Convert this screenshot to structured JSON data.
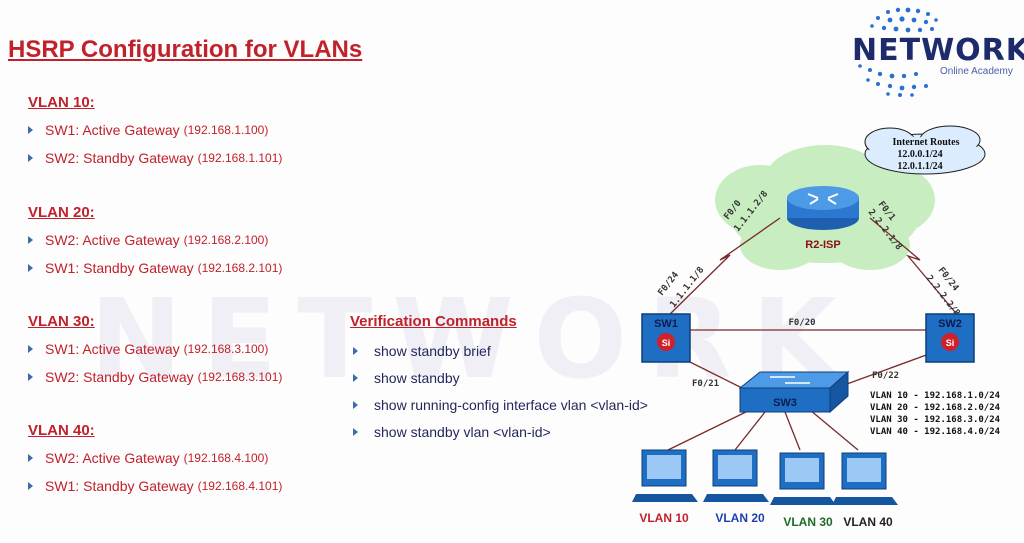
{
  "title": "HSRP Configuration for VLANs",
  "vlans": [
    {
      "heading": "VLAN 10:",
      "items": [
        {
          "text": "SW1: Active Gateway",
          "ip": "(192.168.1.100)"
        },
        {
          "text": "SW2: Standby Gateway",
          "ip": "(192.168.1.101)"
        }
      ]
    },
    {
      "heading": "VLAN 20:",
      "items": [
        {
          "text": "SW2: Active Gateway",
          "ip": "(192.168.2.100)"
        },
        {
          "text": "SW1: Standby Gateway",
          "ip": "(192.168.2.101)"
        }
      ]
    },
    {
      "heading": "VLAN 30:",
      "items": [
        {
          "text": "SW1: Active Gateway",
          "ip": "(192.168.3.100)"
        },
        {
          "text": "SW2: Standby Gateway",
          "ip": "(192.168.3.101)"
        }
      ]
    },
    {
      "heading": "VLAN 40:",
      "items": [
        {
          "text": "SW2: Active Gateway",
          "ip": "(192.168.4.100)"
        },
        {
          "text": "SW1: Standby Gateway",
          "ip": "(192.168.4.101)"
        }
      ]
    }
  ],
  "verification": {
    "title": "Verification Commands",
    "commands": [
      "show standby brief",
      "show standby",
      "show running-config interface vlan <vlan-id>",
      "show standby vlan <vlan-id>"
    ]
  },
  "logo": {
    "word": "NETWORK",
    "sub": "Online Academy",
    "watermark": "NETWORK"
  },
  "topology": {
    "cloud": {
      "title": "Internet Routes",
      "routes": [
        "12.0.0.1/24",
        "12.0.1.1/24"
      ]
    },
    "router": {
      "label": "R2-ISP",
      "left_if": "F0/0",
      "left_ip": "1.1.1.2/8",
      "right_if": "F0/1",
      "right_ip": "2.2.2.1/8"
    },
    "sw1": {
      "label": "SW1",
      "badge": "Si",
      "up_if": "F0/24",
      "up_ip": "1.1.1.1/8",
      "down_if": "F0/21"
    },
    "sw2": {
      "label": "SW2",
      "badge": "Si",
      "up_if": "F0/24",
      "up_ip": "2.2.2.2/8",
      "down_if": "F0/22"
    },
    "sw3": {
      "label": "SW3"
    },
    "trunk_label": "F0/20",
    "subnets": [
      "VLAN 10 - 192.168.1.0/24",
      "VLAN 20 - 192.168.2.0/24",
      "VLAN 30 - 192.168.3.0/24",
      "VLAN 40 - 192.168.4.0/24"
    ],
    "hosts": [
      {
        "label": "VLAN 10",
        "color": "#c0212a"
      },
      {
        "label": "VLAN 20",
        "color": "#1f3fb0"
      },
      {
        "label": "VLAN 30",
        "color": "#1d6a2a"
      },
      {
        "label": "VLAN 40",
        "color": "#222222"
      }
    ]
  },
  "colors": {
    "accent": "#c0212a",
    "navy": "#1d2b6b",
    "device": "#1e6fc4"
  }
}
